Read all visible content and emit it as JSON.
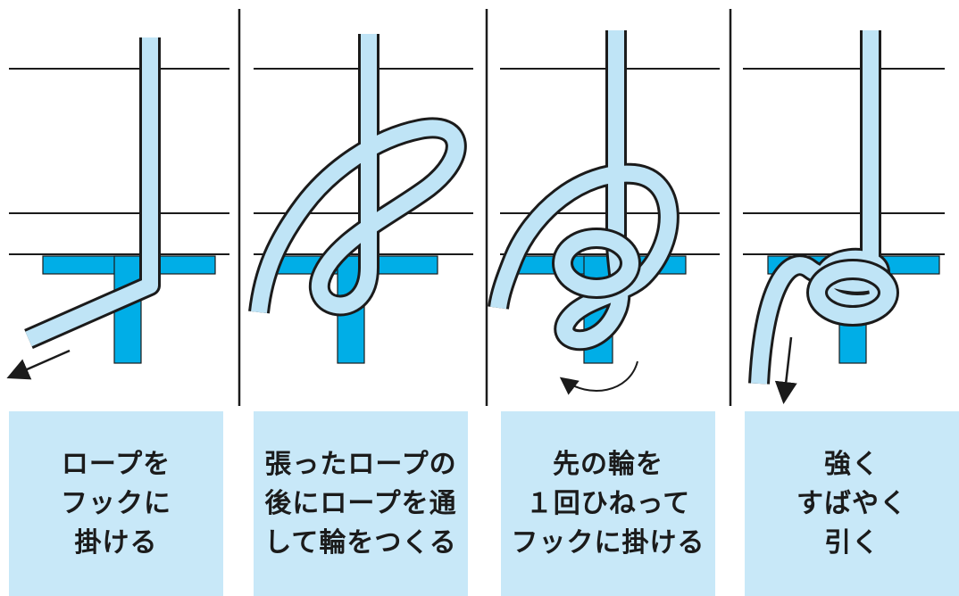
{
  "colors": {
    "rope_fill": "#bfe4f6",
    "rope_outline": "#1b1b1b",
    "hook": "#00aee7",
    "caption_bg": "#c8e8f8",
    "line": "#1b1b1b"
  },
  "steps": [
    {
      "caption": [
        "ロープを",
        "フックに",
        "掛ける"
      ],
      "icon": "pull-down-left-arrow-icon"
    },
    {
      "caption": [
        "張ったロープの",
        "後にロープを通",
        "して輪をつくる"
      ],
      "icon": "rope-loop-icon"
    },
    {
      "caption": [
        "先の輪を",
        "１回ひねって",
        "フックに掛ける"
      ],
      "icon": "twist-arrow-icon"
    },
    {
      "caption": [
        "強く",
        "すばやく",
        "引く"
      ],
      "icon": "pull-down-arrow-icon"
    }
  ]
}
